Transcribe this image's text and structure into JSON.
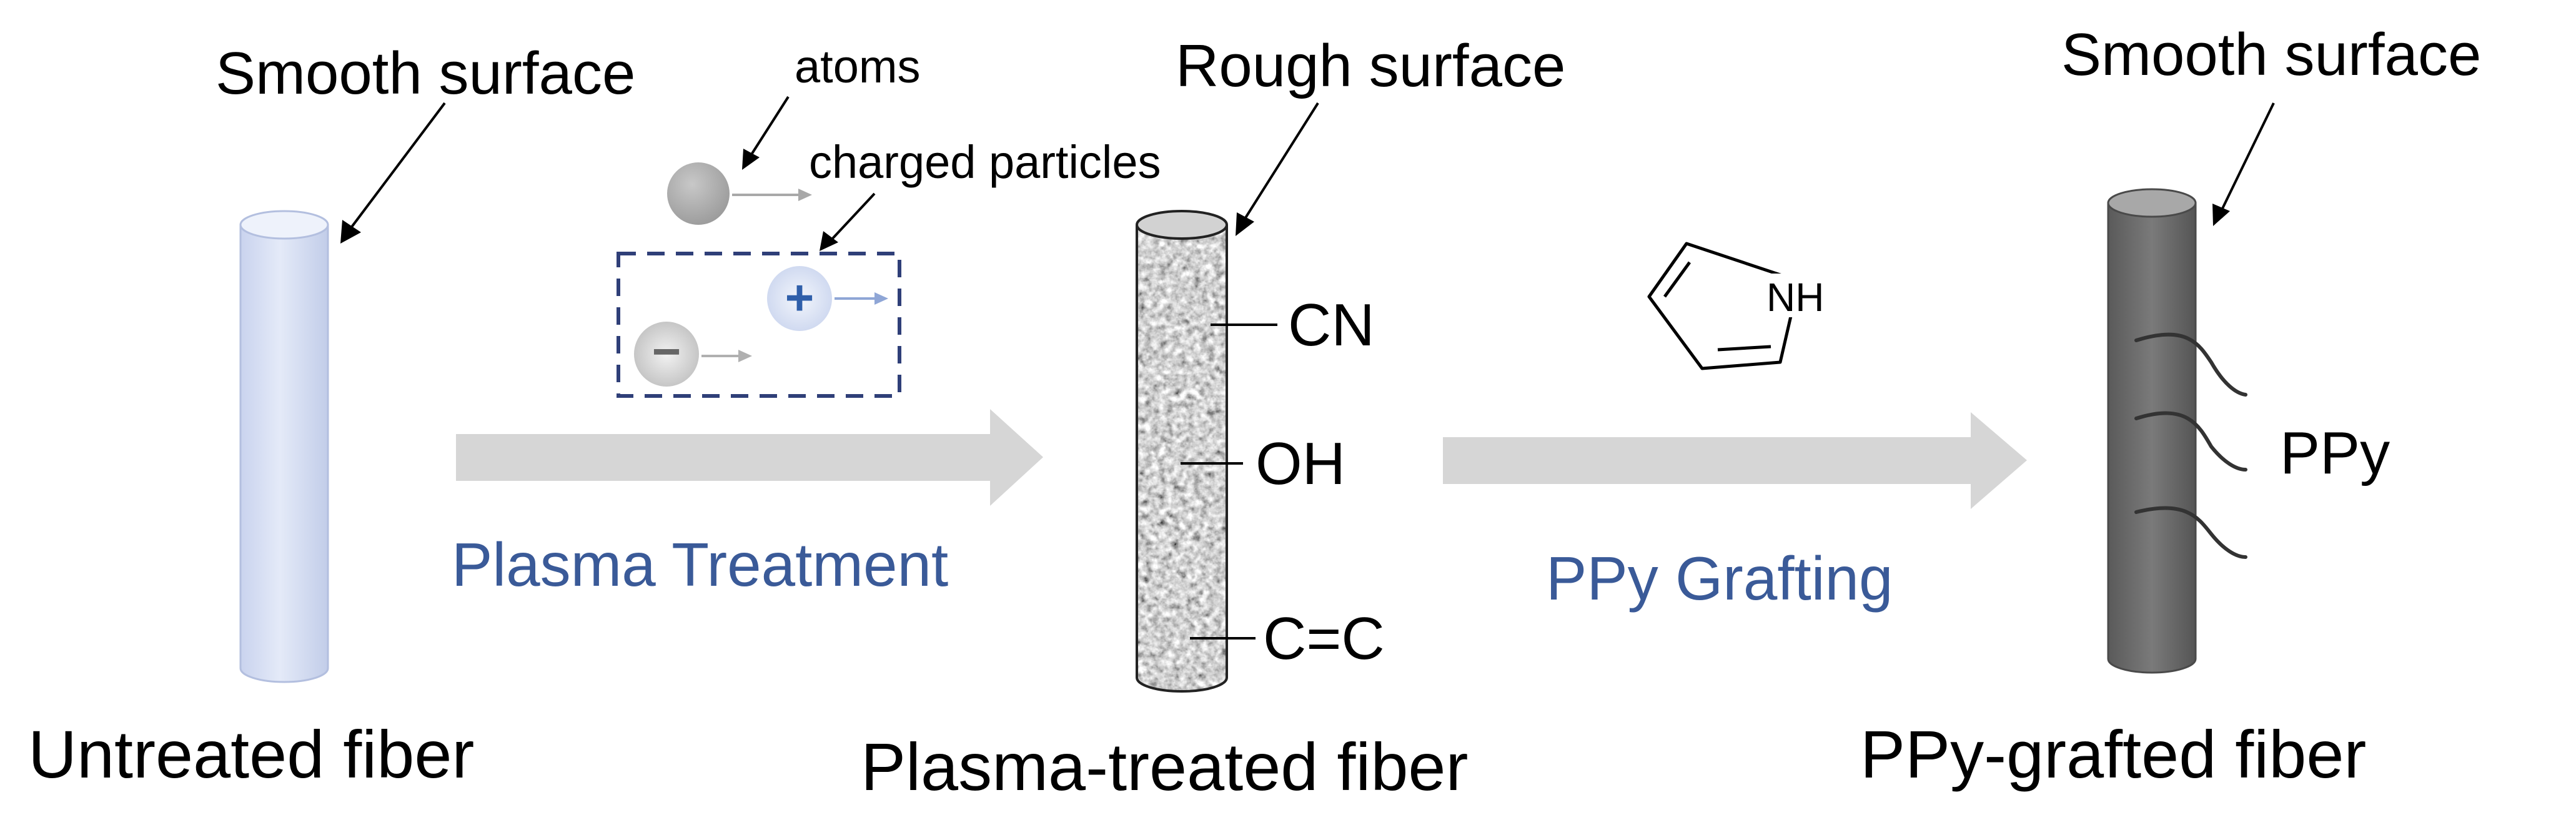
{
  "stages": {
    "untreated": {
      "caption": "Untreated fiber",
      "surface": "Smooth surface"
    },
    "plasma": {
      "caption": "Plasma-treated fiber",
      "surface": "Rough surface",
      "groups": [
        "CN",
        "OH",
        "C=C"
      ]
    },
    "grafted": {
      "caption": "PPy-grafted fiber",
      "surface": "Smooth surface",
      "chain_label": "PPy"
    }
  },
  "processes": {
    "plasma_treatment": "Plasma Treatment",
    "ppy_grafting": "PPy Grafting"
  },
  "plasma_species": {
    "atoms_label": "atoms",
    "charged_label": "charged particles",
    "positive_symbol": "+",
    "negative_symbol": "−"
  },
  "pyrrole": {
    "nh_label": "NH"
  },
  "colors": {
    "untreated_fiber": "#dbe3f4",
    "treated_fiber": "#b8b8b8",
    "grafted_fiber": "#6a6a6a",
    "process_arrow": "#d6d6d6",
    "process_text": "#3a5a98",
    "dashed_box": "#2f3f78"
  }
}
